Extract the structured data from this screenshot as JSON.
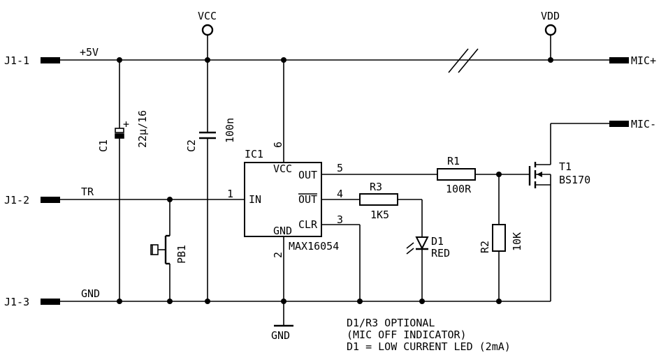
{
  "connectors": {
    "j1_1": "J1-1",
    "j1_2": "J1-2",
    "j1_3": "J1-3",
    "mic_plus": "MIC+",
    "mic_minus": "MIC-"
  },
  "nets": {
    "plus5v": "+5V",
    "tr": "TR",
    "gnd": "GND",
    "vcc": "VCC",
    "vdd": "VDD",
    "gnd_symbol": "GND"
  },
  "components": {
    "c1": {
      "ref": "C1",
      "value": "22µ/16",
      "polarity": "+"
    },
    "c2": {
      "ref": "C2",
      "value": "100n"
    },
    "ic1": {
      "ref": "IC1",
      "part": "MAX16054",
      "pins": {
        "vcc": "VCC",
        "in": "IN",
        "gnd": "GND",
        "out": "OUT",
        "out_bar": "OUT",
        "clr": "CLR"
      },
      "pin_numbers": {
        "in": "1",
        "gnd": "2",
        "clr": "3",
        "out_bar": "4",
        "out": "5",
        "vcc": "6"
      }
    },
    "r1": {
      "ref": "R1",
      "value": "100R"
    },
    "r2": {
      "ref": "R2",
      "value": "10K"
    },
    "r3": {
      "ref": "R3",
      "value": "1K5"
    },
    "d1": {
      "ref": "D1",
      "value": "RED"
    },
    "t1": {
      "ref": "T1",
      "value": "BS170"
    },
    "pb1": {
      "ref": "PB1"
    }
  },
  "notes": {
    "line1": "D1/R3 OPTIONAL",
    "line2": "(MIC OFF INDICATOR)",
    "line3": "D1 = LOW CURRENT LED (2mA)"
  }
}
